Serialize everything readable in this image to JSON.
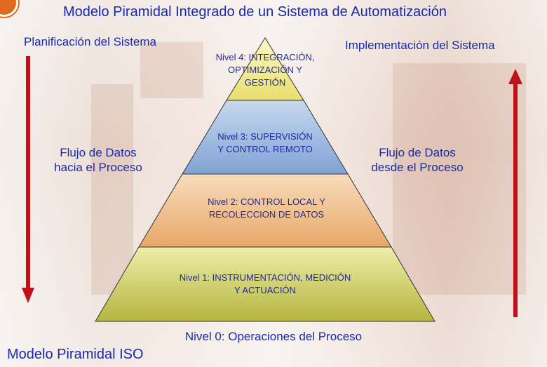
{
  "diagram": {
    "title": "Modelo Piramidal Integrado de un Sistema de Automatización",
    "left_top_label": "Planificación del Sistema",
    "right_top_label": "Implementación del Sistema",
    "left_flow_line1": "Flujo de Datos",
    "left_flow_line2": "hacia el Proceso",
    "right_flow_line1": "Flujo de Datos",
    "right_flow_line2": "desde el Proceso",
    "level4_line1": "Nivel 4: INTEGRACIÓN,",
    "level4_line2": "OPTIMIZACIÓN Y",
    "level4_line3": "GESTIÓN",
    "level3_line1": "Nivel 3: SUPERVISIÓN",
    "level3_line2": "Y CONTROL REMOTO",
    "level2_line1": "Nivel 2: CONTROL LOCAL Y",
    "level2_line2": "RECOLECCION DE DATOS",
    "level1_line1": "Nivel 1: INSTRUMENTACIÓN, MEDICIÓN",
    "level1_line2": "Y ACTUACIÓN",
    "level0": "Nivel 0: Operaciones del Proceso",
    "bottom_title": "Modelo Piramidal ISO"
  },
  "colors": {
    "text": "#1a2aa8",
    "arrow": "#c0101a",
    "level4": "#f3ee9a",
    "level3": "#9fb9de",
    "level2": "#f1c79a",
    "level1": "#d2d272"
  }
}
